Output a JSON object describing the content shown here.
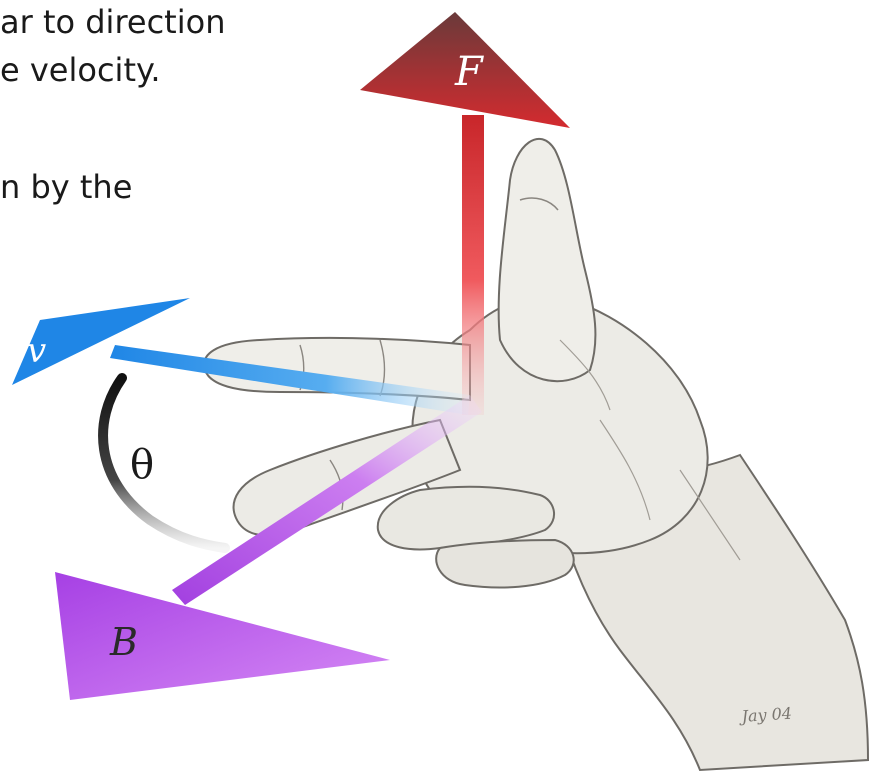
{
  "slide_text": {
    "line1": "ar to direction",
    "line2": "e velocity.",
    "line3": "n by the"
  },
  "diagram": {
    "force_label": "F",
    "velocity_label": "v",
    "field_label": "B",
    "angle_label": "θ",
    "signature": "Jay 04"
  },
  "colors": {
    "force": "#c8262a",
    "velocity": "#2f8fe6",
    "field": "#b54ee6",
    "hand_fill": "#ecebe6",
    "hand_stroke": "#6e6b66"
  },
  "icons": {
    "hand": "hand-illustration",
    "force_arrow": "arrow-up",
    "velocity_arrow": "arrow-left",
    "field_arrow": "arrow-down-left",
    "angle_arc": "curved-arc"
  }
}
